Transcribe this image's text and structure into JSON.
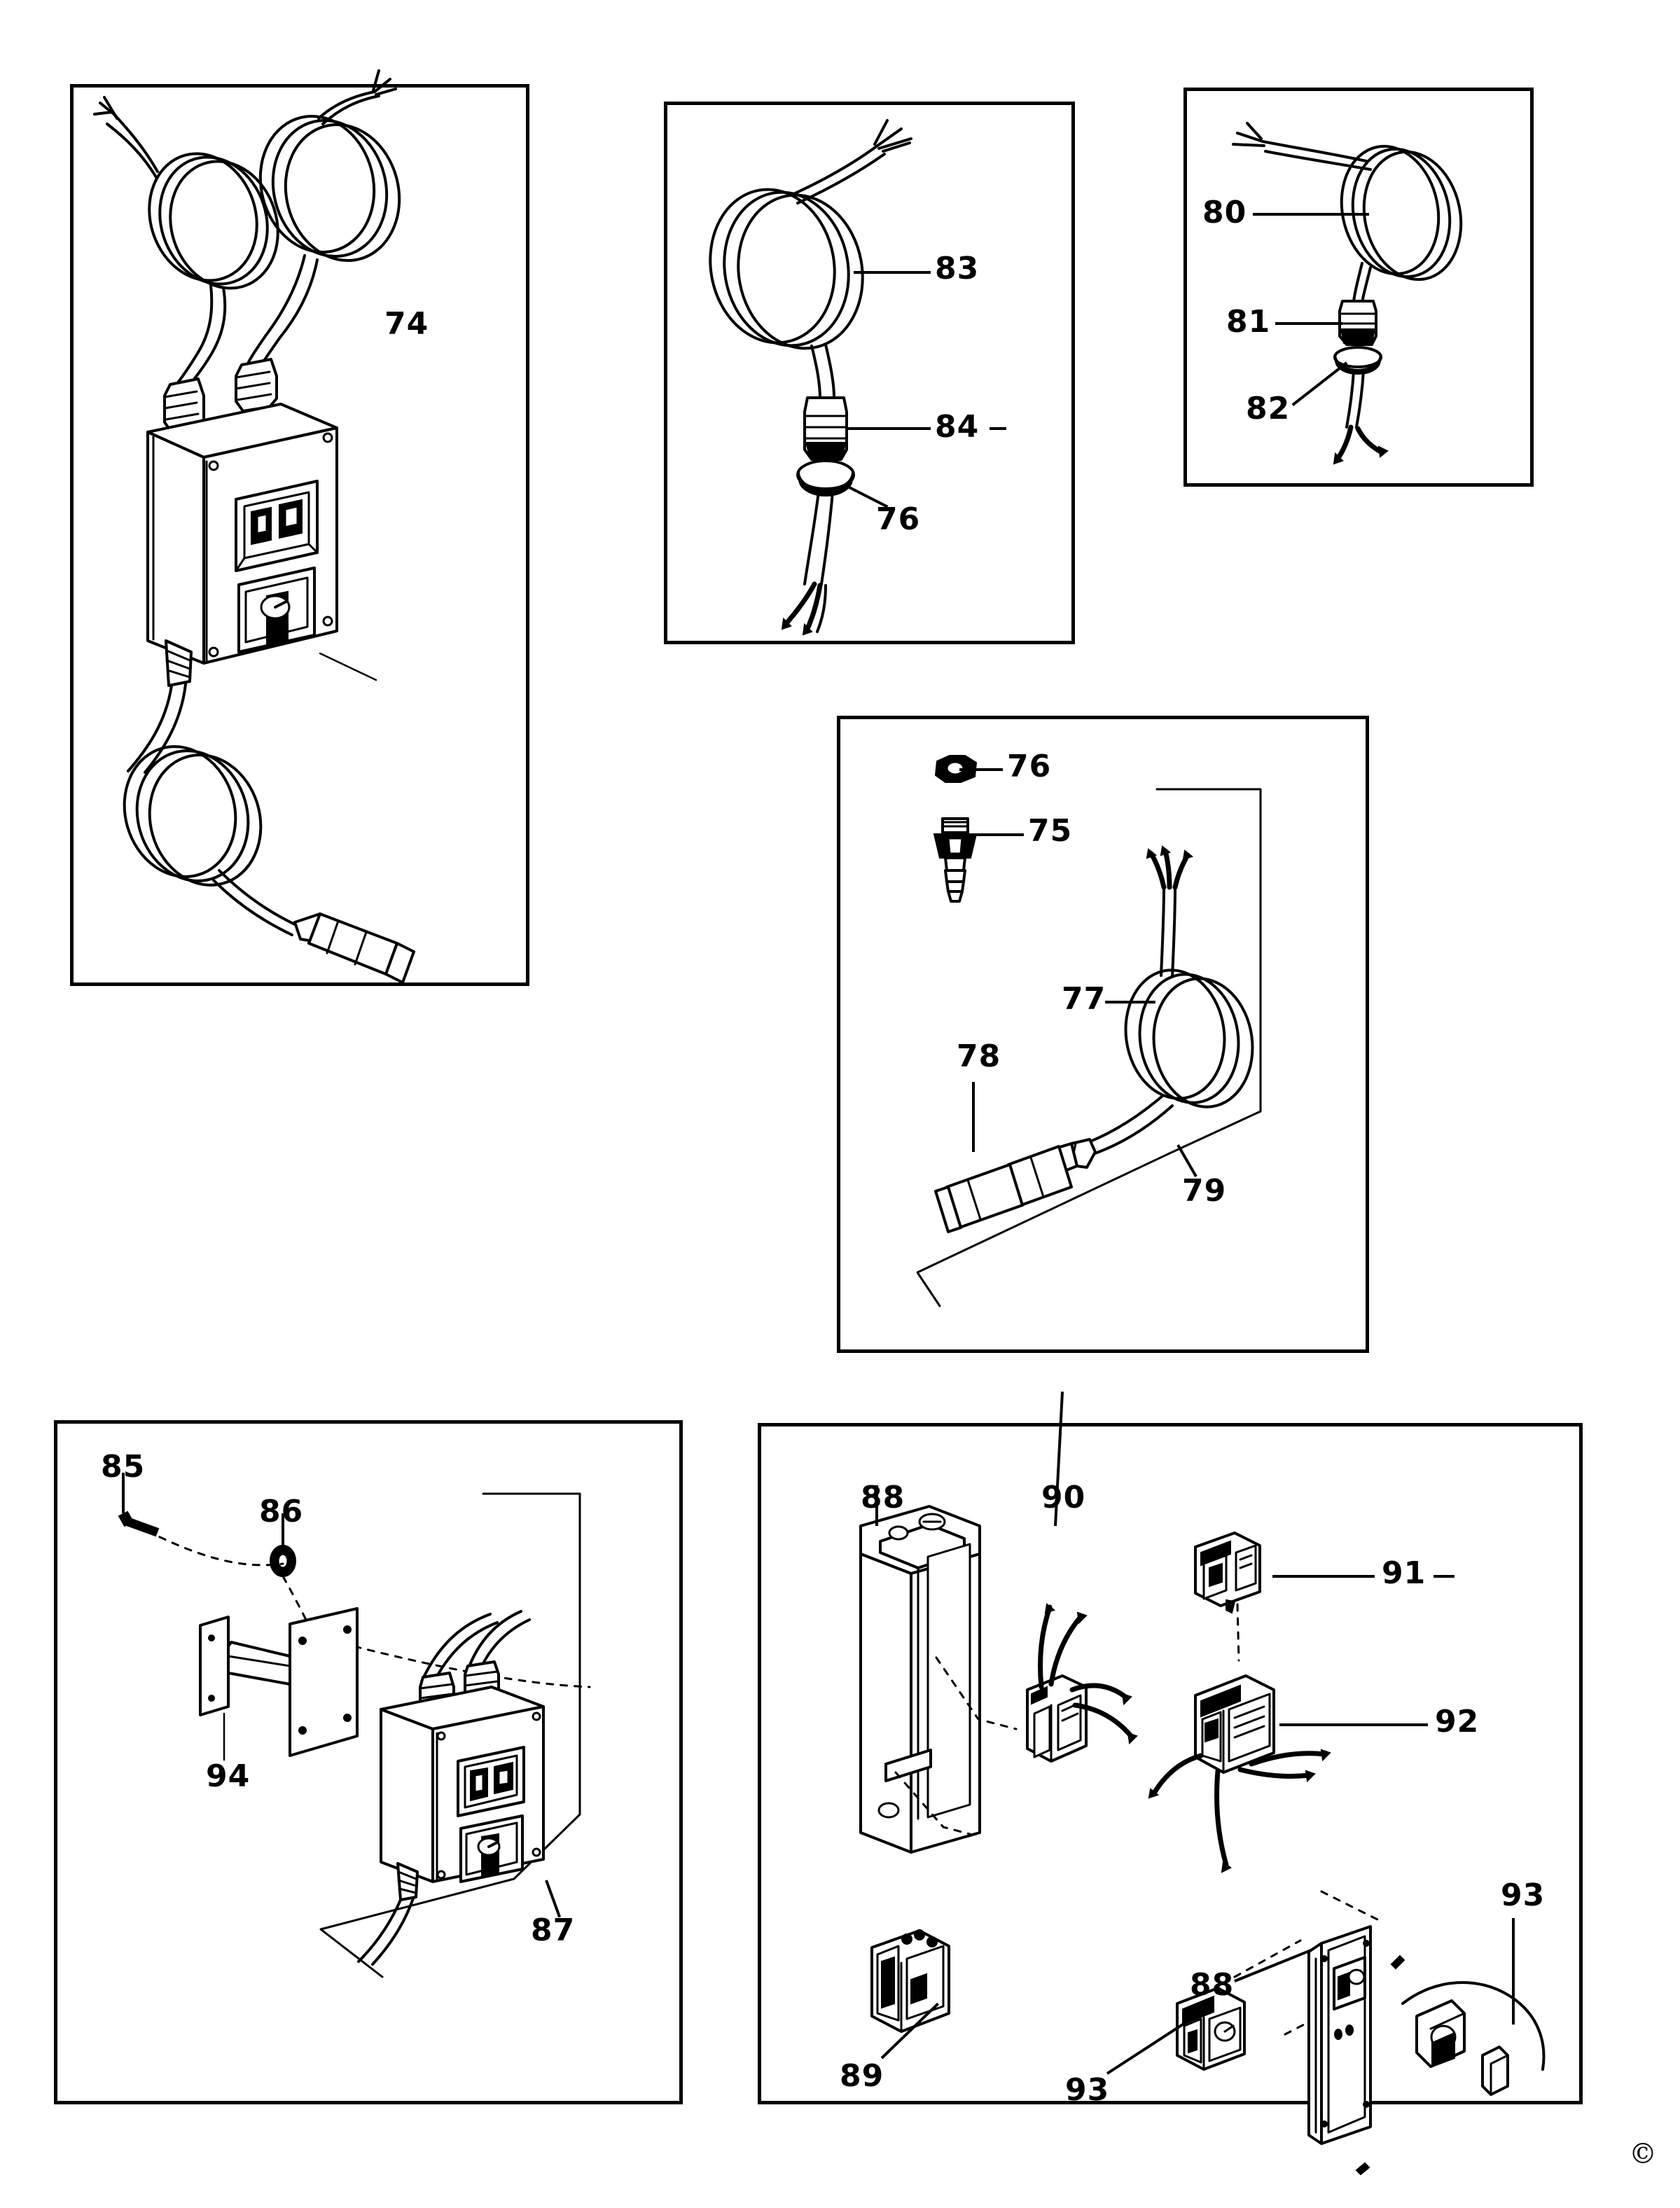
{
  "document": {
    "type": "exploded-parts-diagram",
    "copyright_symbol": "©"
  },
  "panels": [
    {
      "id": "panel-switchbox-assembly",
      "name": "switch box assembly with coiled cables",
      "callouts": [
        {
          "ref": "74",
          "label": "74"
        }
      ]
    },
    {
      "id": "panel-cable-83",
      "name": "coiled cable with gland and nut",
      "callouts": [
        {
          "ref": "83",
          "label": "83"
        },
        {
          "ref": "84",
          "label": "84"
        },
        {
          "ref": "76",
          "label": "76"
        }
      ]
    },
    {
      "id": "panel-cable-80",
      "name": "coiled cable with gland and locknut",
      "callouts": [
        {
          "ref": "80",
          "label": "80"
        },
        {
          "ref": "81",
          "label": "81"
        },
        {
          "ref": "82",
          "label": "82"
        }
      ]
    },
    {
      "id": "panel-probe-assembly",
      "name": "probe with cable, gland fitting and nut",
      "callouts": [
        {
          "ref": "76",
          "label": "76"
        },
        {
          "ref": "75",
          "label": "75"
        },
        {
          "ref": "77",
          "label": "77"
        },
        {
          "ref": "78",
          "label": "78"
        },
        {
          "ref": "79",
          "label": "79"
        }
      ]
    },
    {
      "id": "panel-bracket-assembly",
      "name": "mounting bracket with switch box",
      "callouts": [
        {
          "ref": "85",
          "label": "85"
        },
        {
          "ref": "86",
          "label": "86"
        },
        {
          "ref": "94",
          "label": "94"
        },
        {
          "ref": "87",
          "label": "87"
        }
      ]
    },
    {
      "id": "panel-enclosure-internals",
      "name": "enclosure, contactor, relay and switch components",
      "callouts": [
        {
          "ref": "88a",
          "label": "88"
        },
        {
          "ref": "90",
          "label": "90"
        },
        {
          "ref": "91",
          "label": "91"
        },
        {
          "ref": "92",
          "label": "92"
        },
        {
          "ref": "89",
          "label": "89"
        },
        {
          "ref": "93a",
          "label": "93"
        },
        {
          "ref": "88b",
          "label": "88"
        },
        {
          "ref": "93b",
          "label": "93"
        }
      ]
    }
  ]
}
